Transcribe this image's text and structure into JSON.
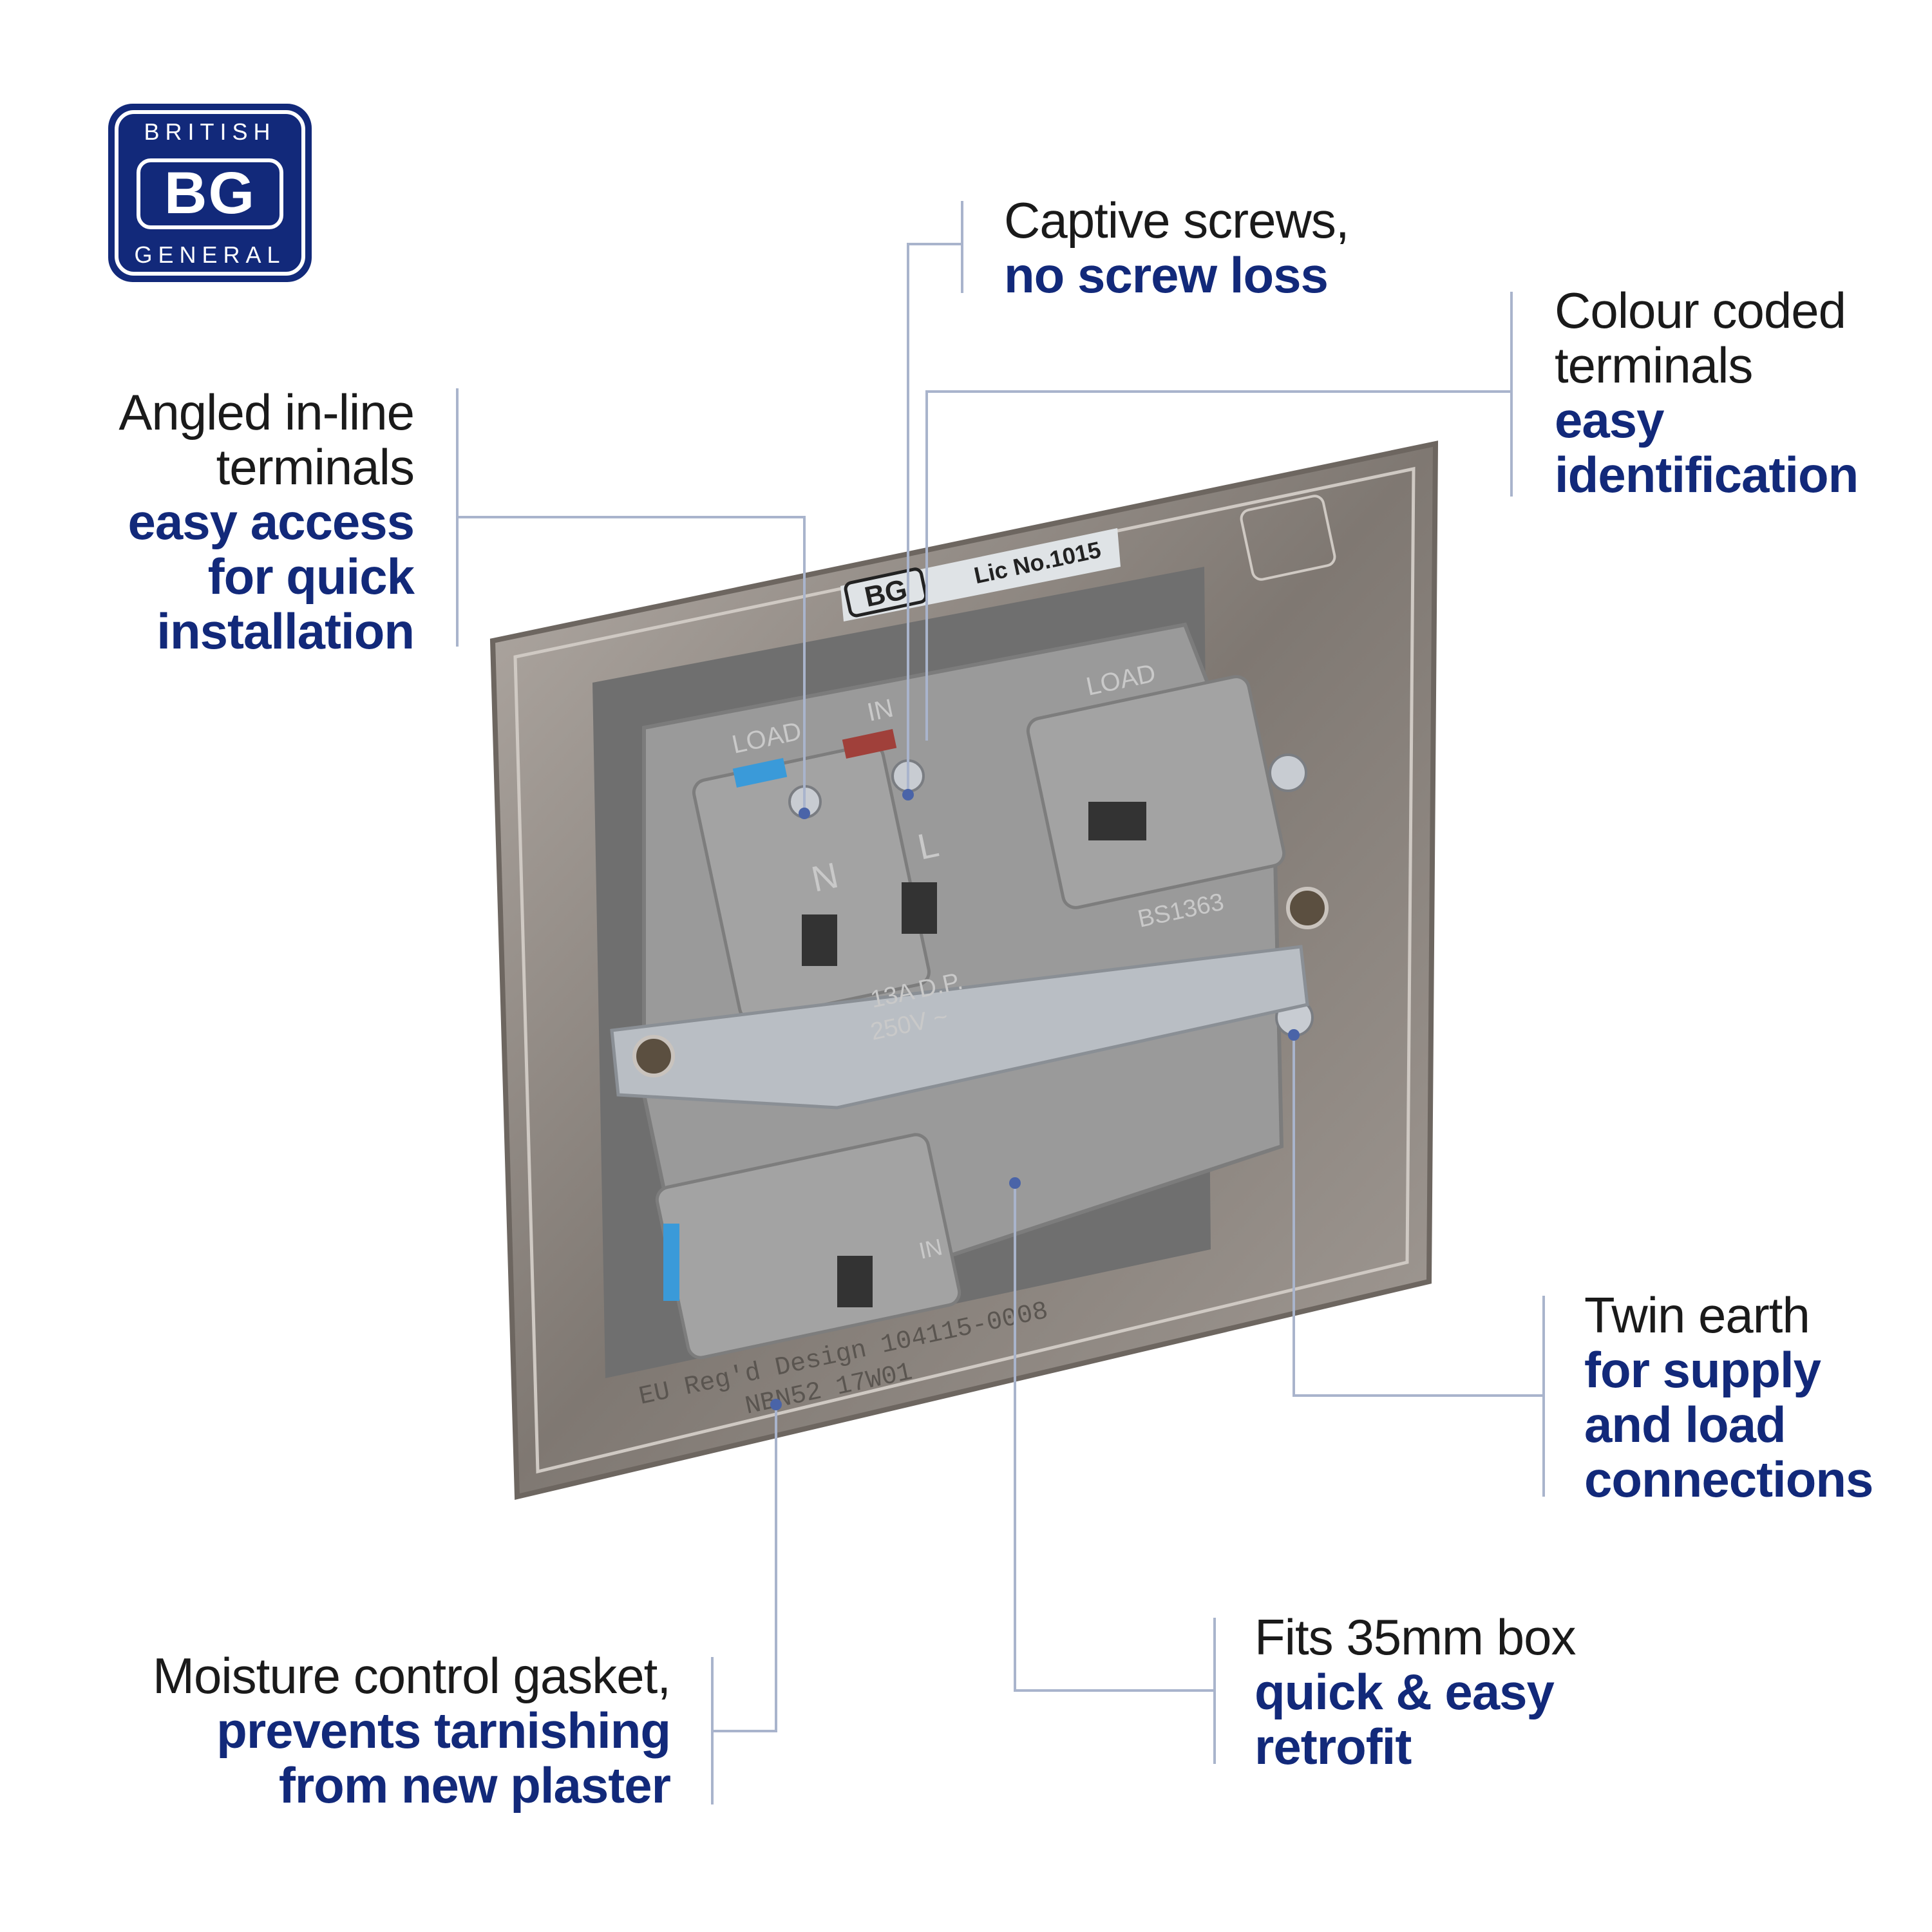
{
  "brand": {
    "top": "BRITISH",
    "mark": "BG",
    "bottom": "GENERAL"
  },
  "colors": {
    "accent": "#12297a",
    "leader": "#a9b4cc",
    "plate": "#8d8680",
    "body": "#9a9a9a"
  },
  "product_markings": {
    "label_brand": "BG",
    "license": "Lic No.1015",
    "standard": "BS1363",
    "rating_current": "13A D.P.",
    "rating_voltage": "250V ~",
    "load_top": "LOAD",
    "in_top": "IN",
    "load_right": "LOAD",
    "in_bottom": "IN",
    "neutral": "N",
    "live": "L",
    "design": "EU Reg'd Design 104115-0008",
    "code": "NBN52 17W01"
  },
  "callouts": {
    "captive": {
      "lines": [
        "Captive screws,"
      ],
      "emphasis": [
        "no screw loss"
      ]
    },
    "colour": {
      "lines": [
        "Colour coded",
        "terminals"
      ],
      "emphasis": [
        "easy",
        "identification"
      ]
    },
    "angled": {
      "lines": [
        "Angled in-line",
        "terminals"
      ],
      "emphasis": [
        "easy access",
        "for quick",
        "installation"
      ]
    },
    "twin": {
      "lines": [
        "Twin earth"
      ],
      "emphasis": [
        "for supply",
        "and load",
        "connections"
      ]
    },
    "fits": {
      "lines": [
        "Fits 35mm box"
      ],
      "emphasis": [
        "quick & easy",
        "retrofit"
      ]
    },
    "moisture": {
      "lines": [
        "Moisture control gasket,"
      ],
      "emphasis": [
        "prevents tarnishing",
        "from new plaster"
      ]
    }
  }
}
